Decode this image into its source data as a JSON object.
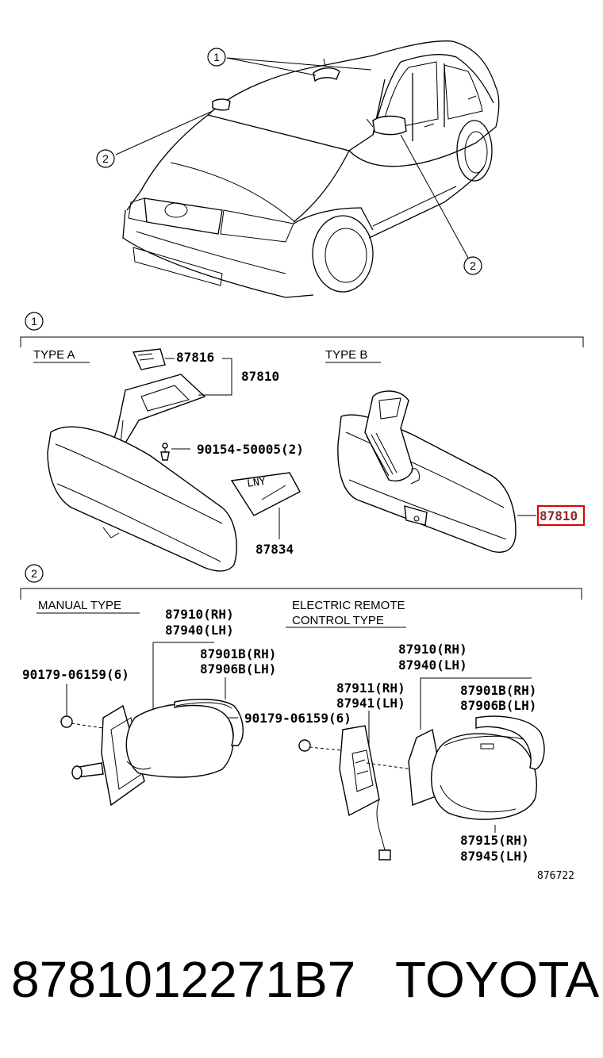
{
  "callouts": {
    "one": "1",
    "two": "2"
  },
  "section1": {
    "type_a": "TYPE A",
    "type_b": "TYPE B",
    "parts": {
      "p87816": "87816",
      "p87810": "87810",
      "screw": "90154-50005(2)",
      "p87834": "87834",
      "p87810_highlight": "87810"
    }
  },
  "section2": {
    "manual_type": "MANUAL TYPE",
    "electric_line1": "ELECTRIC REMOTE",
    "electric_line2": "CONTROL TYPE",
    "manual": {
      "p87910": "87910(RH)",
      "p87940": "87940(LH)",
      "p87901b": "87901B(RH)",
      "p87906b": "87906B(LH)",
      "screw": "90179-06159(6)"
    },
    "electric": {
      "p87910": "87910(RH)",
      "p87940": "87940(LH)",
      "p87911": "87911(RH)",
      "p87941": "87941(LH)",
      "p87901b": "87901B(RH)",
      "p87906b": "87906B(LH)",
      "screw": "90179-06159(6)",
      "p87915": "87915(RH)",
      "p87945": "87945(LH)"
    },
    "figure_id": "876722"
  },
  "footer": {
    "part_number": "8781012271B7",
    "brand": "TOYOTA"
  },
  "highlight_color": "#e00000"
}
